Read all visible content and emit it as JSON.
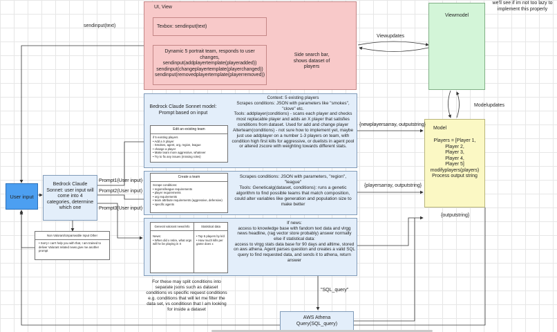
{
  "ui": {
    "title": "UI, View",
    "textbox": "Texbox: sendinput(text)",
    "dynamic": "Dynamic 5 portrait team, responds to user changes,\nsendinput(addplayertemplate(playeradded))\nsendinput(changeplayertemplate(playerchanged))\nsendinput(removedplayertemplate(playerremoved))",
    "sidebar": "Side search bar, shows dataset of players"
  },
  "viewmodel": {
    "label": "Viewmodel"
  },
  "note_top_right": "we'll see if im not too lazy to implement this properly",
  "model": {
    "title": "Model",
    "body": "Players = [Player 1,\nPlayer 2,\nPlayer 3,\nPlayer 4,\nPlayer 5]\nmodifyplayers(players)\nProcess output string"
  },
  "user_input": {
    "label": "User input"
  },
  "router": {
    "text": "Bedrock Claude Sonnet: user input will come into 4 categories, determine which one"
  },
  "bedrock_sonnet": {
    "text": "Bedrock Claude Sonnet model:\nPrompt based on input"
  },
  "ctx1": {
    "text": "Context: 5 existing players\nScrapes conditions: JSON with parameters like \"smokes\", \"clove\" etc.\nTools: addplayer(conditions) - scans each player and checks most replacable player and adds an X player that satisfies conditions from dataset. Used for add and change player\nAlterteam(conditions) - not sure how to implement yet, maybe just use addplayer on a number 1-3 players on team, with condition high first kills for aggressive, or duelists in agent pool or altered zscore with weighting towards different stats."
  },
  "ctx2": {
    "text": "Scrapes conditions: JSON with parameters, \"region\", \"league\"\nTools: Geneticalg(dataset, conditions): runs a genetic algorithm to find possible teams that match composition, could alter variables like generation and population size to make better"
  },
  "ctx3": {
    "text": "If news:\naccess to knowledge base with fandom text data and vlrgg news headline, (rag vector store probably) answer normally\nelse if statistical data:\naccess to vlrgg stats data base for 90 days and alltime, stored on aws athena. Agent parses question and creates a valid SQL query to find requested data, and sends it to athena, return answer"
  },
  "card_edit": {
    "title": "Edit an existing team",
    "body": "if 5 existing players\n  • Add a X player\n      ◦ Smokes, agent, org, region, league\n  • change a player\n  • Make team more aggressive, whatever\n  • Try to fix any issues (missing roles)"
  },
  "card_create": {
    "title": "Create a team",
    "body": "Scrape conditions:\n• regions/league requirements\n• player requirements\n• org requirements\n• team attribute requirements (aggressive, defensive)\n• specific agents"
  },
  "card_news": {
    "col1_title": "General valorant news/info",
    "col1_body": "News:\n  • When did x retire, what orgs will he be playing in X",
    "col2_title": "Statistical data",
    "col2_body": "• Top 5 players by k/d\n• How much kills per game does x"
  },
  "card_other": {
    "title": "Non Valorant/Unparseable Input Other",
    "body": "• Sorry I can't help you with that, I am trained to deliver Valorant related news give me another prompt"
  },
  "note_bottom": "For these may split conditions into separate jsons such as dataset conditions vs specific request conditions e.g. conditions that will let me filter the data set, vs conditiosn that I am looking for inside a dataset",
  "athena": {
    "text": "AWS Athena\nQuery(SQL_query)"
  },
  "labels": {
    "sendinput": "sendinput(text)",
    "viewupdates": "Viewupdates",
    "modelupdates": "Modelupdates",
    "newplayers": "{newplayersarray, outputstring}",
    "playersarray": "{playersarray, outputstring}",
    "outputstring": "{outputstring}",
    "sqlquery": "\"SQL_query\"",
    "prompt1": "Prompt1(User input)",
    "prompt2": "Prompt2(User input)",
    "prompt3": "Prompt3(User input)"
  }
}
